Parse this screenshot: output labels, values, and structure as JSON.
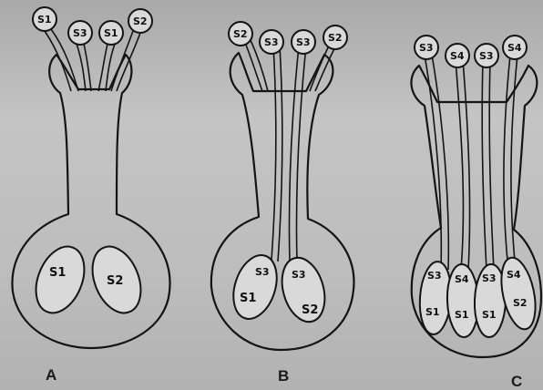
{
  "panels": [
    {
      "letter": "A",
      "top_labels": [
        "S1",
        "S3",
        "S1",
        "S2"
      ],
      "bottom_labels": [
        [
          "S1"
        ],
        [
          "S2"
        ]
      ]
    },
    {
      "letter": "B",
      "top_labels": [
        "S2",
        "S3",
        "S3",
        "S2"
      ],
      "bottom_labels": [
        [
          "S3",
          "S1"
        ],
        [
          "S3",
          "S2"
        ]
      ]
    },
    {
      "letter": "C",
      "top_labels": [
        "S3",
        "S4",
        "S3",
        "S4"
      ],
      "bottom_labels": [
        [
          "S3",
          "S1"
        ],
        [
          "S4",
          "S1"
        ],
        [
          "S3",
          "S1"
        ],
        [
          "S4",
          "S2"
        ]
      ]
    }
  ],
  "colors": {
    "ink": "#141414",
    "fill": "#d9d9d9",
    "background": "#bdbdbd"
  }
}
